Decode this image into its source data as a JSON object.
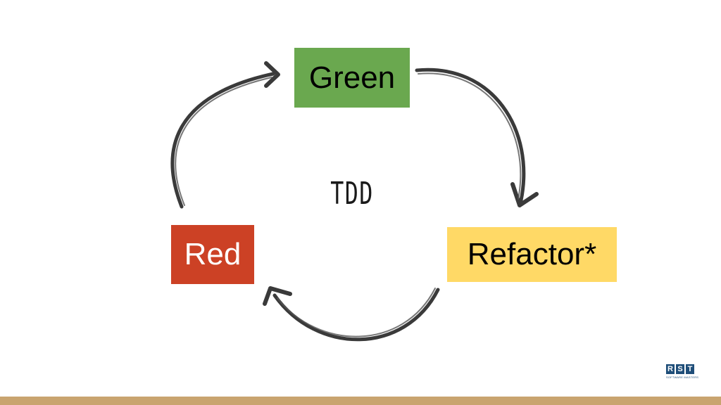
{
  "diagram": {
    "title": "TDD",
    "nodes": [
      {
        "id": "green",
        "label": "Green",
        "color": "#6aa84f"
      },
      {
        "id": "refactor",
        "label": "Refactor*",
        "color": "#ffd966"
      },
      {
        "id": "red",
        "label": "Red",
        "color": "#cc4125"
      }
    ],
    "edges": [
      {
        "from": "green",
        "to": "refactor"
      },
      {
        "from": "refactor",
        "to": "red"
      },
      {
        "from": "red",
        "to": "green"
      }
    ],
    "arrow_color": "#3a3a3a"
  },
  "footer": {
    "bar_color": "#c9a46f",
    "logo": {
      "letters": [
        "R",
        "S",
        "T"
      ],
      "subtitle": "SOFTWARE MASTERS",
      "color": "#1f4e79"
    }
  }
}
